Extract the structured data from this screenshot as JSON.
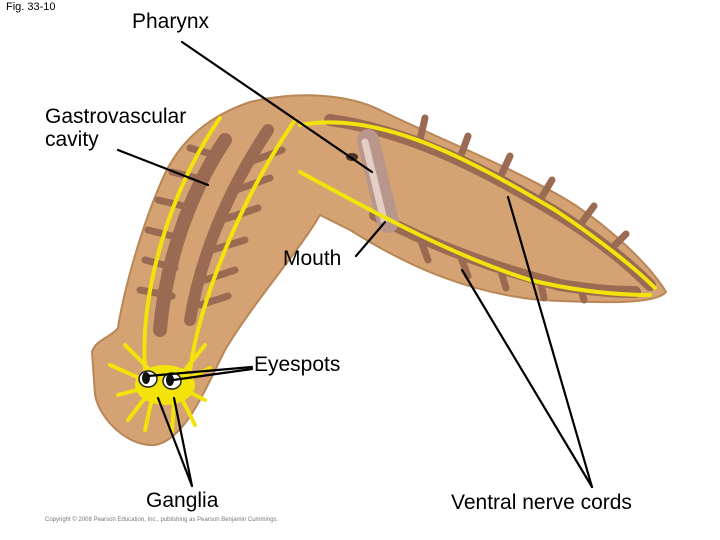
{
  "figure_number": "Fig. 33-10",
  "labels": {
    "pharynx": "Pharynx",
    "gastrovascular": "Gastrovascular\ncavity",
    "mouth": "Mouth",
    "eyespots": "Eyespots",
    "ganglia": "Ganglia",
    "ventral_nerve_cords": "Ventral nerve cords"
  },
  "copyright": "Copyright © 2008 Pearson Education, Inc., publishing as Pearson Benjamin Cummings.",
  "colors": {
    "body": "#d4a273",
    "body_edge": "#b98757",
    "gut": "#9a6b52",
    "nerve": "#f2e40a",
    "leader": "#000000"
  }
}
